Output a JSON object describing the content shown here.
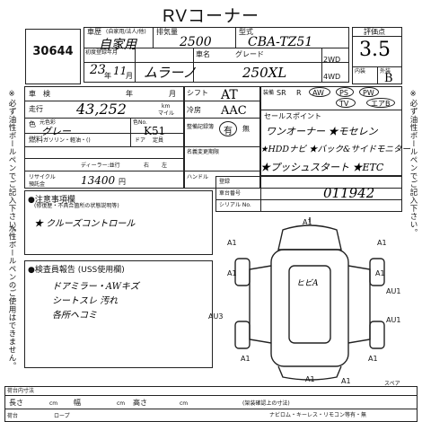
{
  "header": {
    "title": "RVコーナー"
  },
  "lot": {
    "number": "30644"
  },
  "top": {
    "label_shamei_reki": "車歴",
    "label_jikayou": "(自家用/法人/他)",
    "label_displacement": "排気量",
    "label_model": "型式",
    "val_history": "自家用",
    "val_displacement": "2500",
    "val_model": "CBA-TZ51",
    "label_first_reg": "初度登録年月",
    "label_year": "年",
    "label_month": "月",
    "label_car_name": "車名",
    "label_grade": "グレード",
    "val_year": "23",
    "val_month": "11",
    "val_car_name": "ムラーノ",
    "val_grade": "250XL",
    "label_2wd": "2WD",
    "label_4wd": "4WD",
    "label_score": "評価点",
    "val_score": "3.5",
    "label_interior": "内装",
    "label_exterior": "外装",
    "val_exterior": "B"
  },
  "specs": {
    "label_shaken": "車　検",
    "label_nen": "年",
    "label_gatsu": "月",
    "label_km": "km",
    "label_mile": "マイル",
    "label_mileage": "走行",
    "val_mileage": "43,252",
    "label_color": "色",
    "label_original_color": "元色彩",
    "label_color_no": "色No.",
    "val_color": "グレー",
    "val_color_no": "K51",
    "label_fuel": "燃料",
    "val_fuel": "ガソリン・軽油・()",
    "label_doors": "ドア",
    "label_seats": "定員",
    "label_dealer": "ディーラー:並行",
    "label_right": "右",
    "label_left": "左",
    "label_recycle": "リサイクル",
    "label_recycle_sub": "預託金",
    "val_recycle": "13400",
    "label_yen": "円",
    "label_shift": "シフト",
    "val_shift": "AT",
    "label_aircon": "冷房",
    "val_aircon": "AAC",
    "label_records": "整備記録簿",
    "val_records": "有",
    "label_none": "無",
    "label_inspection_exp": "名義変更期限",
    "label_handle": "ハンドル",
    "label_equip": "装備",
    "equip_items": [
      "SR",
      "R",
      "AW",
      "PS",
      "PW",
      "TV",
      "エアB"
    ],
    "label_sales_point": "セールスポイント",
    "sales_1": "ワンオーナー ★モセレン",
    "sales_2": "★HDDナビ ★バック&サイドモニター",
    "sales_3": "★プッシュスタート ★ETC",
    "label_touroku": "登録",
    "label_chassis_no": "車台番号",
    "label_serial": "シリアル No.",
    "val_chassis": "011942"
  },
  "notes": {
    "title": "注意事項欄",
    "subtitle": "(修復歴・不具合箇所の状態説明等)",
    "content": "★ クルーズコントロール"
  },
  "inspector": {
    "title": "検査員報告 (USS使用欄)",
    "line1": "ドアミラー・AWキズ",
    "line2": "シートスレ 汚れ",
    "line3": "各所ヘコミ"
  },
  "diagram": {
    "labels": [
      "A1",
      "A1",
      "A1",
      "A1",
      "AU3",
      "A1",
      "AU1",
      "AU1",
      "A1",
      "A1",
      "A1",
      "A1"
    ],
    "roof_text": "ヒビA"
  },
  "vertical_text": {
    "left": "※必ず油性ボールペンでご記入下さい。",
    "right": "※必ず油性ボールペンでご記入下さい。",
    "left2": "水性ボールペンのご使用はできません。"
  },
  "bottom": {
    "label_cargo": "荷台内寸法",
    "label_length": "長さ",
    "label_width": "幅",
    "label_height": "高さ",
    "label_unit": "cm",
    "label_special": "(架装確認上の寸法)",
    "label_navi": "ナビロム・キーレス・リモコン等有・無",
    "spare_label": "スペア",
    "label_loadtype": "ロープ",
    "label_bed": "荷台"
  }
}
